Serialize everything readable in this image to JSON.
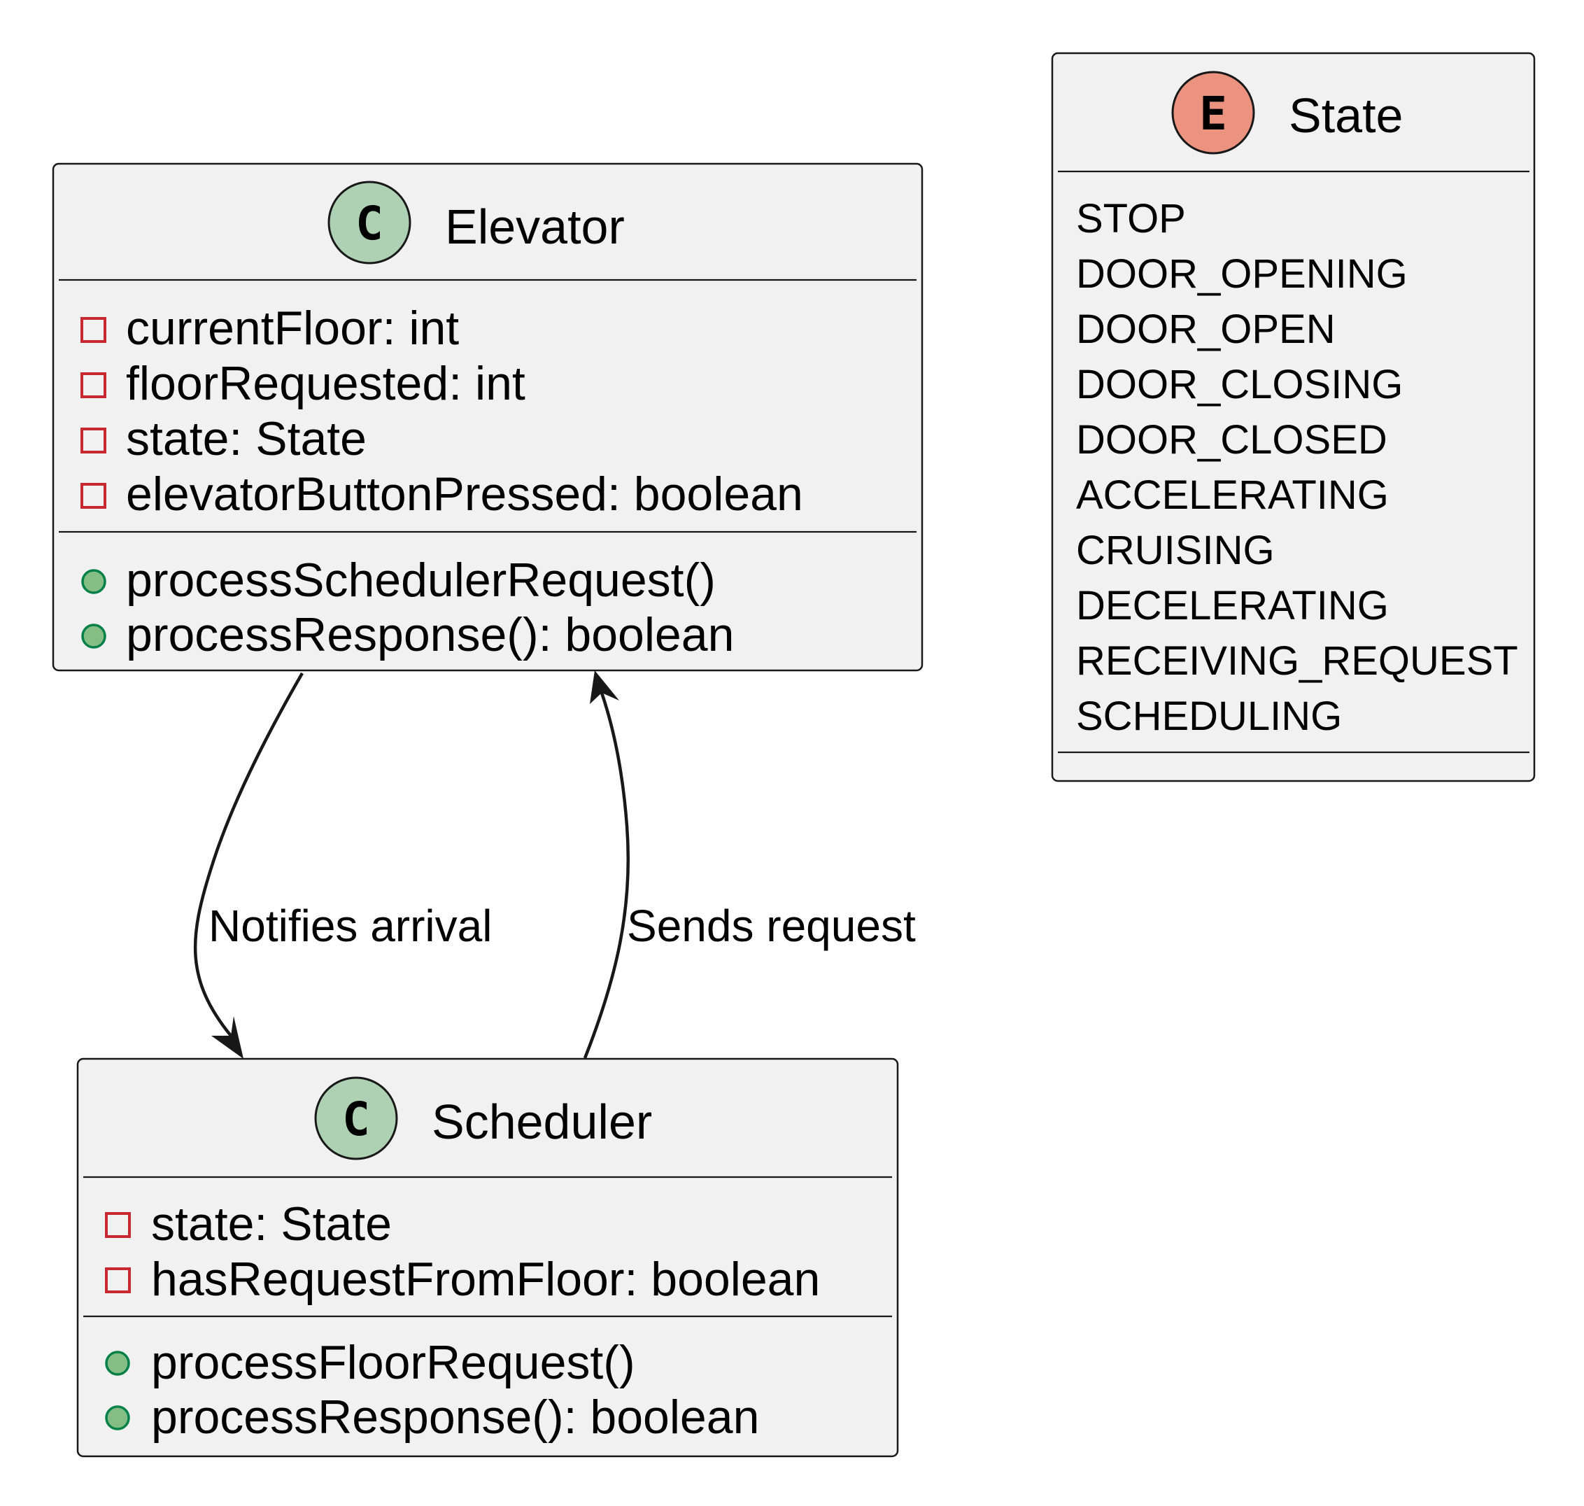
{
  "diagram": {
    "classes": {
      "elevator": {
        "stereotype_letter": "C",
        "name": "Elevator",
        "fields": [
          {
            "visibility": "private",
            "text": "currentFloor: int"
          },
          {
            "visibility": "private",
            "text": "floorRequested: int"
          },
          {
            "visibility": "private",
            "text": "state: State"
          },
          {
            "visibility": "private",
            "text": "elevatorButtonPressed: boolean"
          }
        ],
        "methods": [
          {
            "visibility": "public",
            "text": "processSchedulerRequest()"
          },
          {
            "visibility": "public",
            "text": "processResponse(): boolean"
          }
        ]
      },
      "scheduler": {
        "stereotype_letter": "C",
        "name": "Scheduler",
        "fields": [
          {
            "visibility": "private",
            "text": "state: State"
          },
          {
            "visibility": "private",
            "text": "hasRequestFromFloor: boolean"
          }
        ],
        "methods": [
          {
            "visibility": "public",
            "text": "processFloorRequest()"
          },
          {
            "visibility": "public",
            "text": "processResponse(): boolean"
          }
        ]
      },
      "state": {
        "stereotype_letter": "E",
        "name": "State",
        "values": [
          "STOP",
          "DOOR_OPENING",
          "DOOR_OPEN",
          "DOOR_CLOSING",
          "DOOR_CLOSED",
          "ACCELERATING",
          "CRUISING",
          "DECELERATING",
          "RECEIVING_REQUEST",
          "SCHEDULING"
        ]
      }
    },
    "relations": {
      "notifies": {
        "label": "Notifies arrival"
      },
      "sends": {
        "label": "Sends request"
      }
    },
    "colors": {
      "class_icon_fill": "#add1b2",
      "enum_icon_fill": "#eb937f",
      "private_marker": "#c82930",
      "public_marker_fill": "#84be84",
      "public_marker_stroke": "#038048",
      "box_fill": "#f1f1f1",
      "line": "#181818"
    }
  }
}
